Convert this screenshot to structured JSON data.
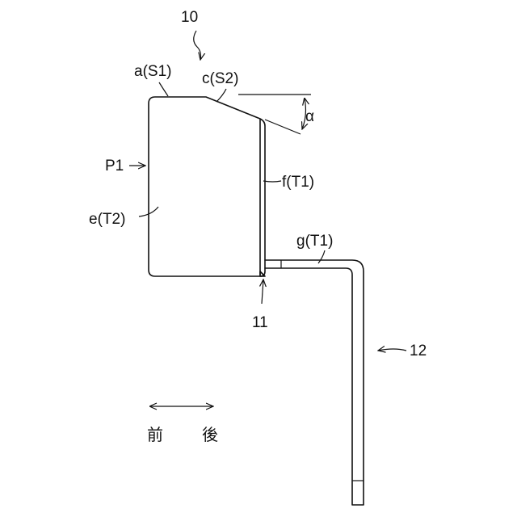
{
  "labels": {
    "assembly": "10",
    "top_surface": "a(S1)",
    "slope_surface": "c(S2)",
    "angle": "α",
    "front_plane": "P1",
    "front_face": "e(T2)",
    "rear_face": "f(T1)",
    "bracket_face": "g(T1)",
    "corner": "11",
    "bracket": "12",
    "front_word": "前",
    "rear_word": "後"
  }
}
